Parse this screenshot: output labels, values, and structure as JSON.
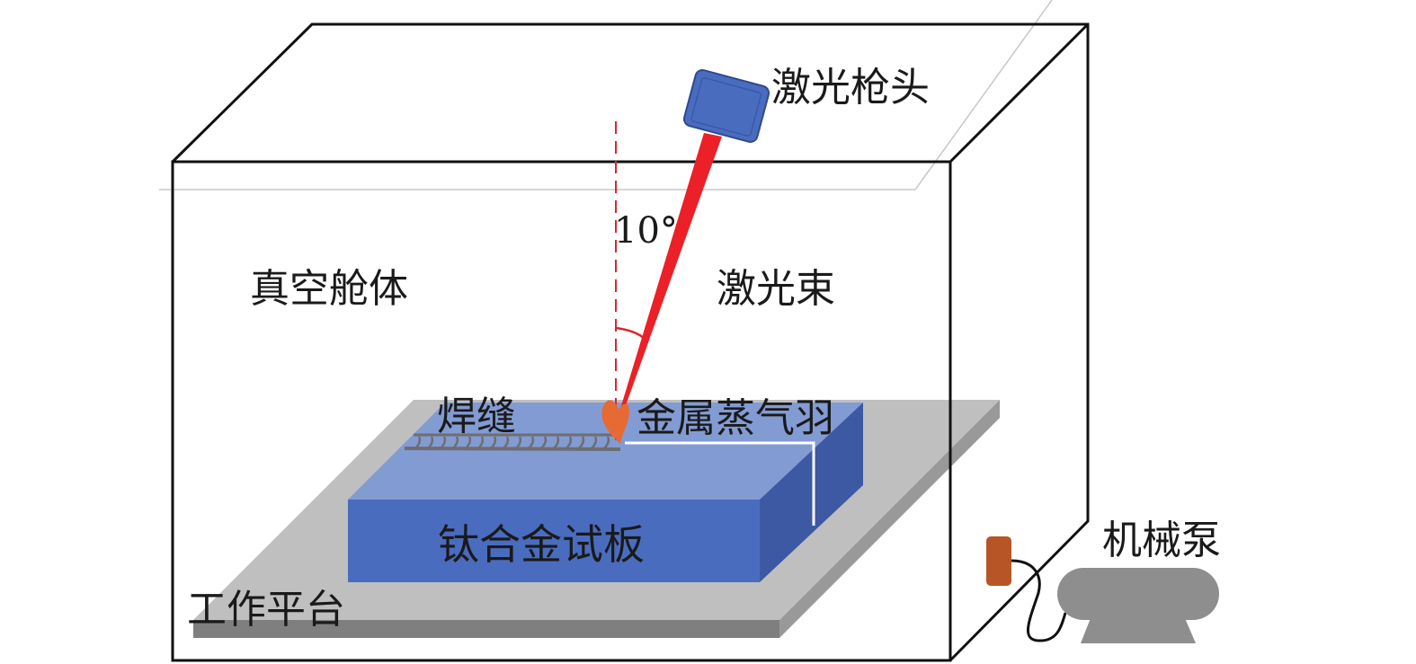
{
  "labels": {
    "laser_head": "激光枪头",
    "angle": "10°",
    "vacuum_chamber": "真空舱体",
    "laser_beam": "激光束",
    "weld_seam": "焊缝",
    "metal_vapor_plume": "金属蒸气羽",
    "titanium_plate": "钛合金试板",
    "work_platform": "工作平台",
    "mechanical_pump": "机械泵"
  },
  "colors": {
    "plate_front": "#4a6cbf",
    "plate_top": "#839bd3",
    "plate_side": "#3d59a3",
    "platform_top": "#bfbfbf",
    "platform_edge": "#7f7f7f",
    "laser": "#ec2027",
    "plume": "#e56a33",
    "laser_head": "#4a6cbf",
    "pump": "#8f8e8f",
    "pump_valve": "#b85527"
  },
  "angle_deg": 10
}
